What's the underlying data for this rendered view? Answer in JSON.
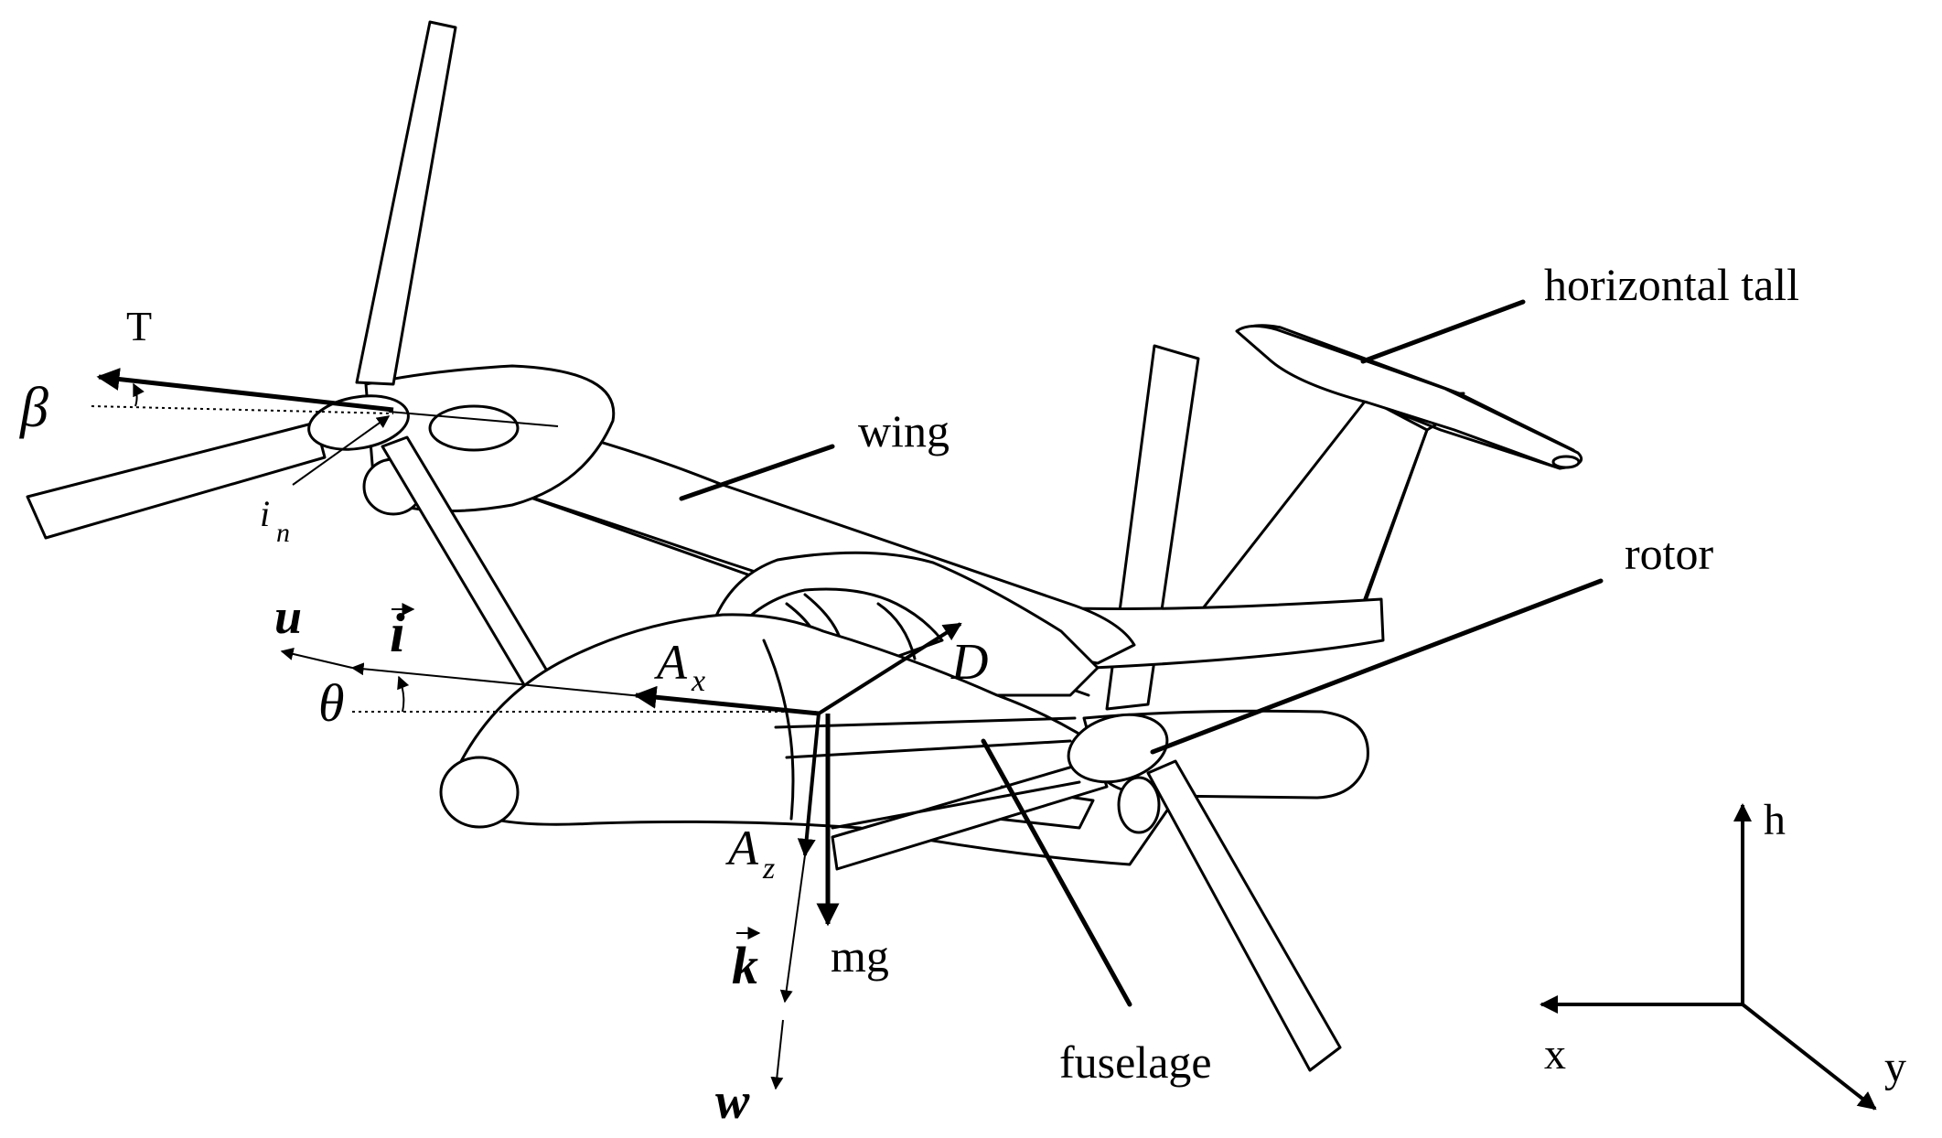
{
  "labels": {
    "T": "T",
    "beta": "β",
    "i_n_main": "i",
    "i_n_sub": "n",
    "u": "u",
    "i_vec": "i",
    "theta": "θ",
    "A_x_main": "A",
    "A_x_sub": "x",
    "D": "D",
    "A_z_main": "A",
    "A_z_sub": "z",
    "k_vec": "k",
    "mg": "mg",
    "w": "w",
    "wing": "wing",
    "horizontal_tall": "horizontal tall",
    "rotor": "rotor",
    "fuselage": "fuselage",
    "axis_h": "h",
    "axis_x": "x",
    "axis_y": "y"
  },
  "colors": {
    "stroke": "#000000",
    "fill": "#ffffff"
  }
}
